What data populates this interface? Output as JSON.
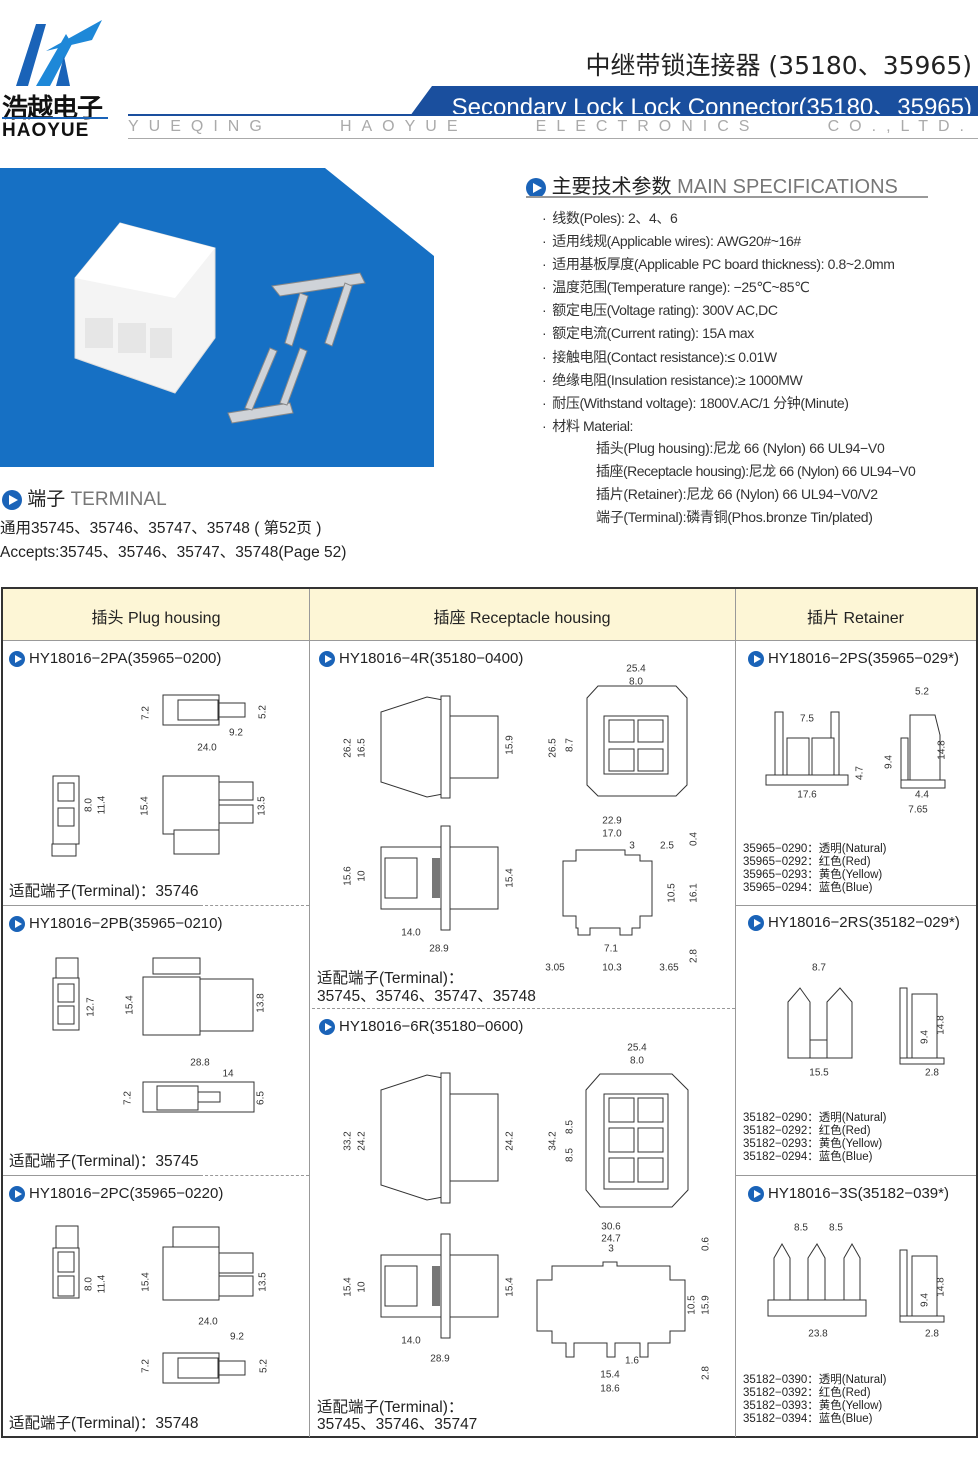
{
  "brand": {
    "logo_cn": "浩越电子",
    "logo_en": "HAOYUE",
    "company": "YUEQING HAOYUE ELECTRONICS CO.,LTD.",
    "accent": "#1a4f9e"
  },
  "header": {
    "title_cn": "中继带锁连接器 (35180、35965)",
    "title_en": "Secondary Lock Lock Connector(35180、35965)"
  },
  "specs": {
    "heading_cn": "主要技术参数",
    "heading_en": "MAIN SPECIFICATIONS",
    "items": [
      "线数(Poles): 2、4、6",
      "适用线规(Applicable wires): AWG20#~16#",
      "适用基板厚度(Applicable PC board thickness): 0.8~2.0mm",
      "温度范围(Temperature range): −25℃~85℃",
      "额定电压(Voltage rating): 300V AC,DC",
      "额定电流(Current rating): 15A max",
      "接触电阻(Contact resistance):≤ 0.01W",
      "绝缘电阻(Insulation resistance):≥ 1000MW",
      "耐压(Withstand voltage): 1800V.AC/1 分钟(Minute)",
      "材料 Material:"
    ],
    "materials": [
      "插头(Plug housing):尼龙 66 (Nylon) 66 UL94−V0",
      "插座(Receptacle housing):尼龙 66 (Nylon) 66 UL94−V0",
      "插片(Retainer):尼龙 66 (Nylon) 66 UL94−V0/V2",
      "端子(Terminal):磷青铜(Phos.bronze Tin/plated)"
    ]
  },
  "terminal": {
    "heading_cn": "端子",
    "heading_en": "TERMINAL",
    "accepts_cn": "通用35745、35746、35747、35748 ( 第52页 )",
    "accepts_en": "Accepts:35745、35746、35747、35748(Page 52)"
  },
  "table": {
    "headers": [
      "插头   Plug housing",
      "插座   Receptacle housing",
      "插片  Retainer"
    ],
    "plug": [
      {
        "name": "HY18016−2PA(35965−0200)",
        "terminal": "适配端子(Terminal)：35746"
      },
      {
        "name": "HY18016−2PB(35965−0210)",
        "terminal": "适配端子(Terminal)：35745"
      },
      {
        "name": "HY18016−2PC(35965−0220)",
        "terminal": "适配端子(Terminal)：35748"
      }
    ],
    "receptacle": [
      {
        "name": "HY18016−4R(35180−0400)",
        "terminal_label": "适配端子(Terminal)：",
        "terminal": "35745、35746、35747、35748"
      },
      {
        "name": "HY18016−6R(35180−0600)",
        "terminal_label": "适配端子(Terminal)：",
        "terminal": "35745、35746、35747"
      }
    ],
    "retainer": [
      {
        "name": "HY18016−2PS(35965−029*)",
        "colors": [
          "35965−0290：透明(Natural)",
          "35965−0292：红色(Red)",
          "35965−0293：黄色(Yellow)",
          "35965−0294：蓝色(Blue)"
        ]
      },
      {
        "name": "HY18016−2RS(35182−029*)",
        "colors": [
          "35182−0290：透明(Natural)",
          "35182−0292：红色(Red)",
          "35182−0293：黄色(Yellow)",
          "35182−0294：蓝色(Blue)"
        ]
      },
      {
        "name": "HY18016−3S(35182−039*)",
        "colors": [
          "35182−0390：透明(Natural)",
          "35182−0392：红色(Red)",
          "35182−0393：黄色(Yellow)",
          "35182−0394：蓝色(Blue)"
        ]
      }
    ]
  },
  "dims": {
    "pa": [
      "7.2",
      "5.2",
      "9.2",
      "24.0",
      "8.0",
      "11.4",
      "15.4",
      "13.5"
    ],
    "pb": [
      "12.7",
      "15.4",
      "13.8",
      "28.8",
      "14",
      "7.2",
      "6.5"
    ],
    "pc": [
      "8.0",
      "11.4",
      "15.4",
      "13.5",
      "24.0",
      "9.2",
      "7.2",
      "5.2"
    ],
    "r4": [
      "25.4",
      "8.0",
      "26.2",
      "16.5",
      "15.9",
      "26.5",
      "8.7",
      "22.9",
      "17.0",
      "3",
      "2.5",
      "0.4",
      "10.5",
      "16.1",
      "15.6",
      "10",
      "15.4",
      "14.0",
      "28.9",
      "7.1",
      "2.8",
      "3.05",
      "10.3",
      "3.65"
    ],
    "r6": [
      "25.4",
      "8.0",
      "33.2",
      "24.2",
      "24.2",
      "34.2",
      "8.5",
      "8.5",
      "30.6",
      "24.7",
      "3",
      "0.6",
      "10.5",
      "15.9",
      "15.4",
      "10",
      "15.4",
      "14.0",
      "28.9",
      "1.6",
      "15.4",
      "18.6",
      "2.8"
    ],
    "ps": [
      "7.5",
      "5.2",
      "17.6",
      "4.7",
      "9.4",
      "14.8",
      "4.4",
      "7.65"
    ],
    "rs": [
      "8.7",
      "15.5",
      "9.4",
      "14.8",
      "2.8"
    ],
    "s3": [
      "8.5",
      "8.5",
      "23.8",
      "9.4",
      "14.8",
      "2.8"
    ]
  }
}
